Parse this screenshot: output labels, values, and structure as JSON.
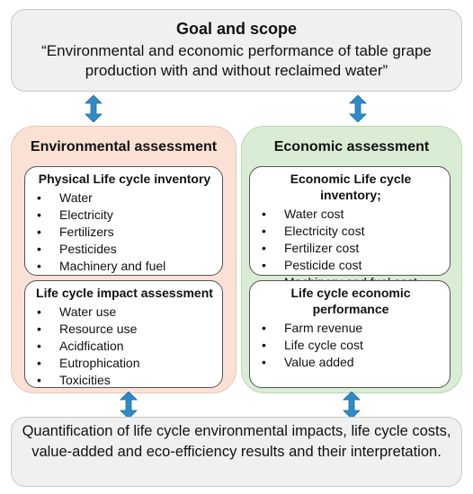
{
  "goal": {
    "title": "Goal and scope",
    "subtitle": "“Environmental and economic performance of table grape production with and without reclaimed water”"
  },
  "environmental": {
    "title": "Environmental assessment",
    "inventory": {
      "title": "Physical Life cycle inventory",
      "items": [
        "Water",
        "Electricity",
        "Fertilizers",
        "Pesticides",
        "Machinery and fuel"
      ]
    },
    "impact": {
      "title": "Life cycle impact assessment",
      "items": [
        "Water use",
        "Resource use",
        "Acidfication",
        "Eutrophication",
        "Toxicities"
      ]
    }
  },
  "economic": {
    "title": "Economic assessment",
    "inventory": {
      "title": "Economic Life cycle inventory;",
      "items": [
        "Water cost",
        "Electricity cost",
        "Fertilizer cost",
        "Pesticide cost",
        "Machinery and fuel cost"
      ]
    },
    "performance": {
      "title": "Life cycle economic performance",
      "items": [
        "Farm revenue",
        "Life cycle cost",
        "Value added"
      ]
    }
  },
  "result": {
    "text": "Quantification of life cycle environmental impacts, life cycle costs,  value-added and eco-efficiency results and their interpretation."
  },
  "bullet_symbol": "•",
  "colors": {
    "arrow": "#2e8bc9",
    "env_panel": "#fbe1d5",
    "eco_panel": "#d9ecd4",
    "grey_box": "#f0f0f0"
  }
}
